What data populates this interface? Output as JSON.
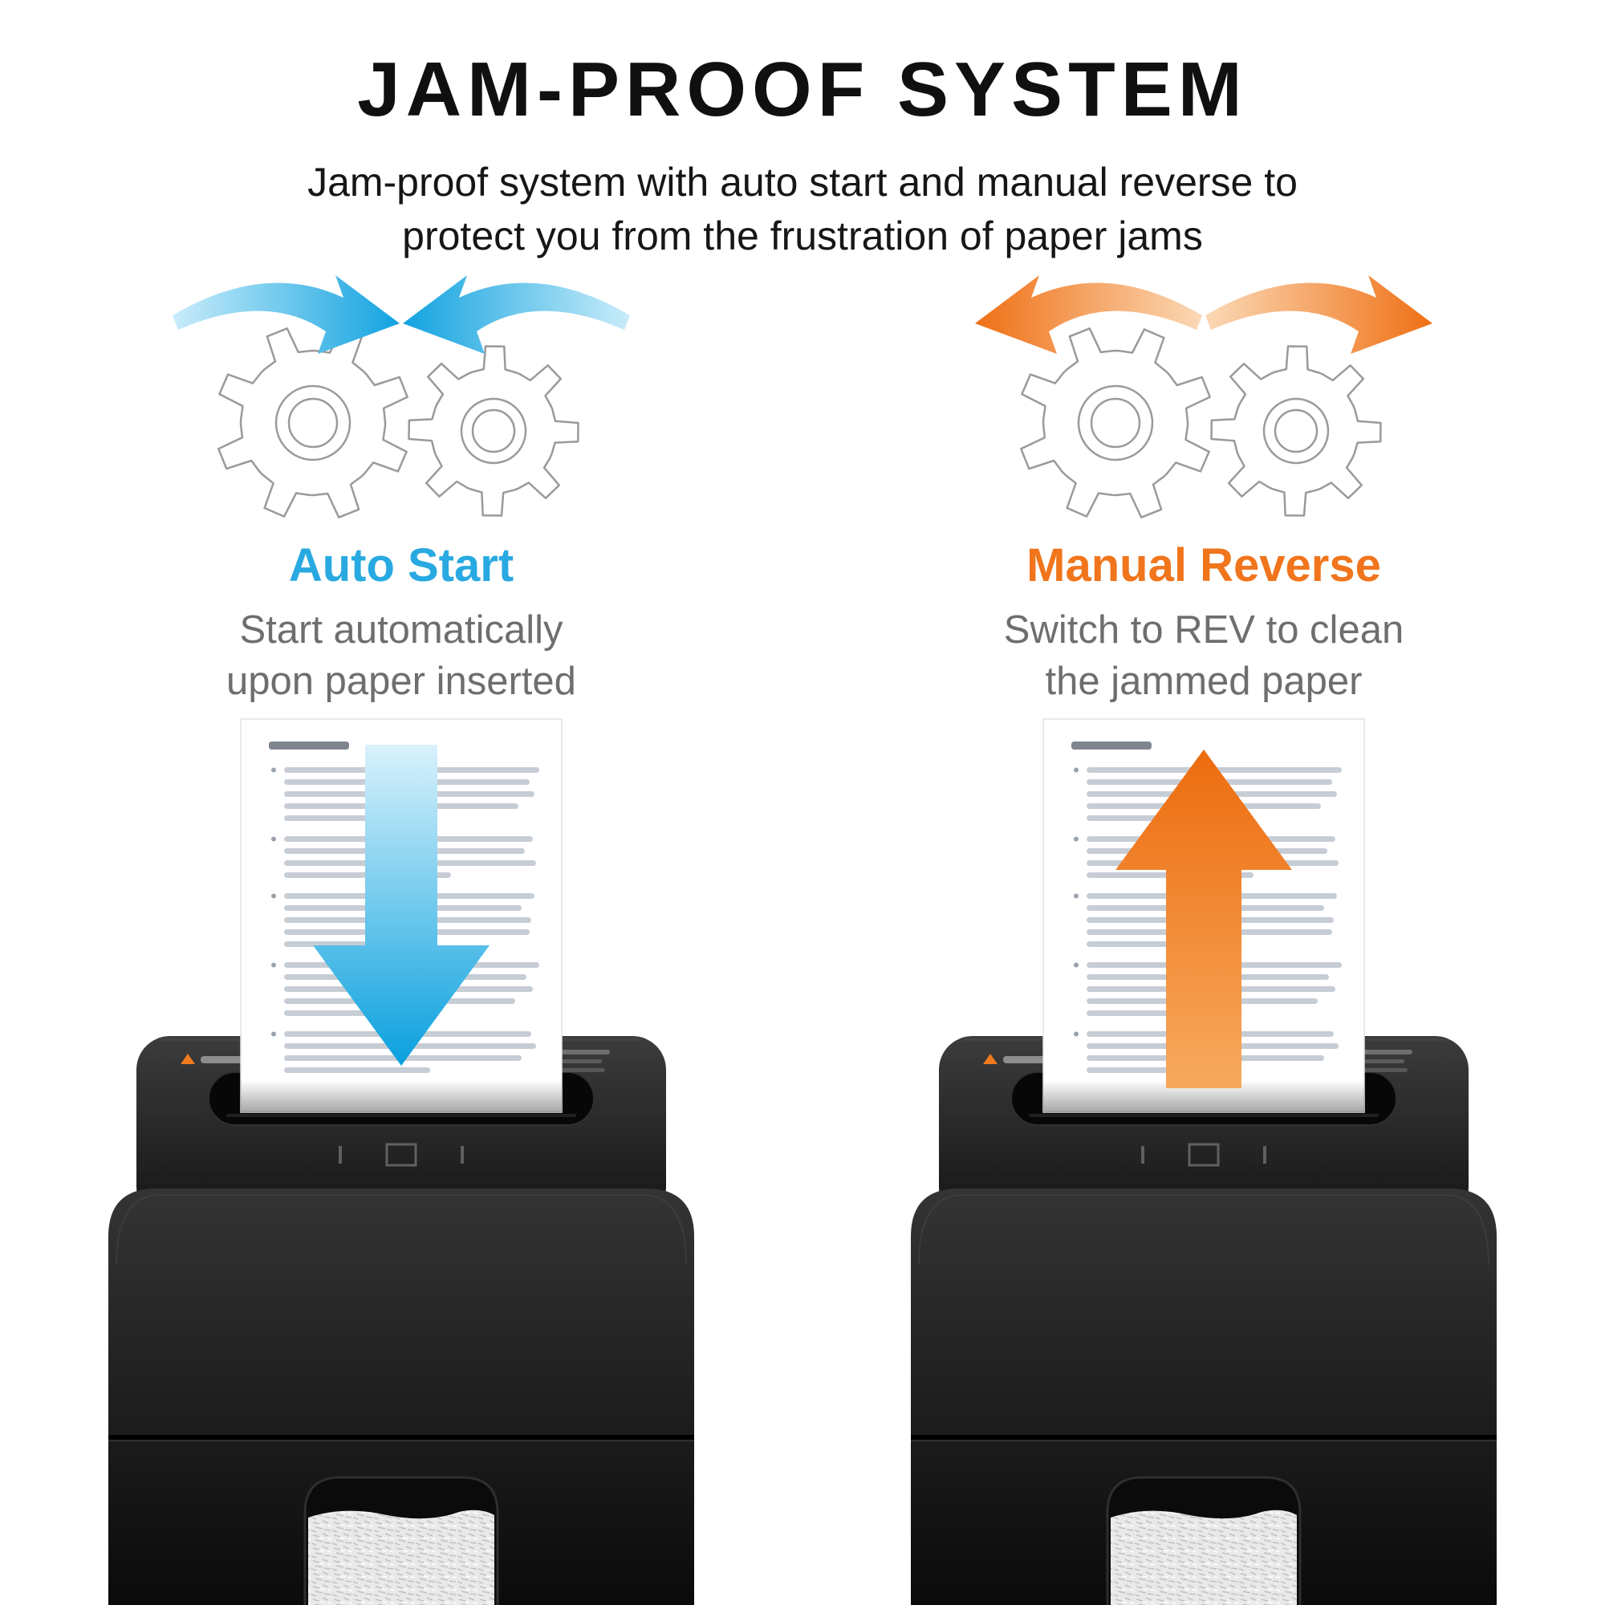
{
  "header": {
    "title": "JAM-PROOF SYSTEM",
    "subtitle_lines": [
      "Jam-proof system with auto start and manual reverse to",
      "protect you from the frustration of paper jams"
    ]
  },
  "features": [
    {
      "id": "auto-start",
      "label": "Auto Start",
      "accent_color": "#29a9e1",
      "description_lines": [
        "Start automatically",
        "upon paper inserted"
      ],
      "gear_arrows": "curved-arrows-converging-inward",
      "paper_arrow": "arrow-down"
    },
    {
      "id": "manual-reverse",
      "label": "Manual Reverse",
      "accent_color": "#f0751c",
      "description_lines": [
        "Switch to REV to clean",
        "the jammed paper"
      ],
      "gear_arrows": "curved-arrows-diverging-outward",
      "paper_arrow": "arrow-up"
    }
  ],
  "colors": {
    "background": "#ffffff",
    "title_text": "#101010",
    "subtitle_text": "#161616",
    "description_text": "#6e6e6e",
    "accent_blue": "#29a9e1",
    "accent_orange": "#f0751c",
    "gear_outline": "#9a9a9a",
    "shredder_body": "#1a1a1a",
    "paper": "#ffffff"
  },
  "icons": {
    "gears": "gear-pair-outline",
    "auto_start_arrows": "curved-arrows-inward",
    "manual_reverse_arrows": "curved-arrows-outward",
    "auto_start_paper_arrow": "arrow-down",
    "manual_reverse_paper_arrow": "arrow-up",
    "shredder": "paper-shredder-illustration",
    "paper_sheet": "printed-document-sheet"
  }
}
